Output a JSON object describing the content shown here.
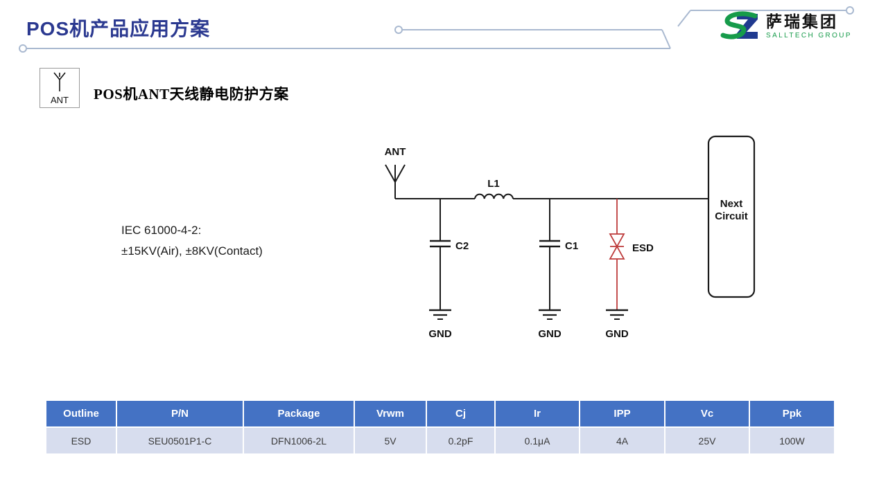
{
  "page": {
    "title": "POS机产品应用方案"
  },
  "logo": {
    "name": "萨瑞集团",
    "subtitle": "SALLTECH GROUP"
  },
  "ant_icon": {
    "label": "ANT"
  },
  "section": {
    "heading": "POS机ANT天线静电防护方案"
  },
  "circuit": {
    "standard_line1": "IEC 61000-4-2:",
    "standard_line2": "±15KV(Air), ±8KV(Contact)",
    "labels": {
      "ant": "ANT",
      "l1": "L1",
      "c2": "C2",
      "c1": "C1",
      "esd": "ESD",
      "next_line1": "Next",
      "next_line2": "Circuit",
      "gnd": "GND"
    }
  },
  "table": {
    "headers": [
      "Outline",
      "P/N",
      "Package",
      "Vrwm",
      "Cj",
      "Ir",
      "IPP",
      "Vc",
      "Ppk"
    ],
    "row": [
      "ESD",
      "SEU0501P1-C",
      "DFN1006-2L",
      "5V",
      "0.2pF",
      "0.1μA",
      "4A",
      "25V",
      "100W"
    ]
  },
  "colors": {
    "title_blue": "#2b3990",
    "table_header_bg": "#4472c4",
    "table_row_bg": "#d7ddee",
    "esd_red": "#bd3b3b",
    "decor_gray": "#a9b9d0",
    "logo_green": "#169b4a",
    "logo_blue": "#203a8f"
  }
}
